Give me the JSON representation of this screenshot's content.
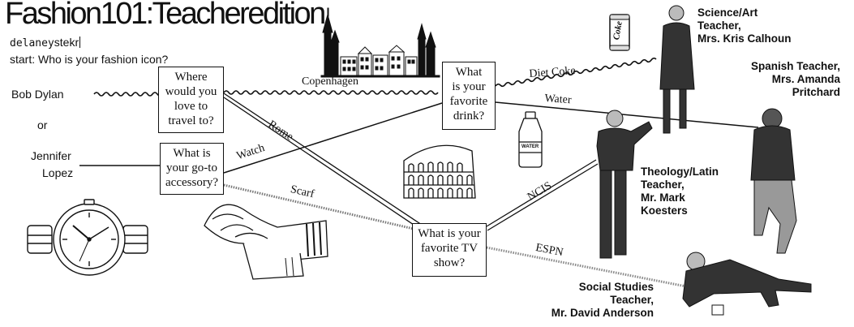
{
  "header": {
    "title": "Fashion101:Teacheredition",
    "byline_prefix": "delaney",
    "byline_suffix": "stekr",
    "start": "start: Who is your fashion icon?"
  },
  "options": {
    "bob": "Bob Dylan",
    "or": "or",
    "jennifer_line1": "Jennifer",
    "jennifer_line2": "Lopez"
  },
  "questions": {
    "travel": [
      "Where",
      "would you",
      "love to",
      "travel to?"
    ],
    "accessory": [
      "What is",
      "your go-to",
      "accessory?"
    ],
    "drink": [
      "What",
      "is your",
      "favorite",
      "drink?"
    ],
    "tv": [
      "What is your",
      "favorite TV",
      "show?"
    ]
  },
  "edges": {
    "copenhagen": "Copenhagen",
    "rome": "Rome",
    "watch": "Watch",
    "scarf": "Scarf",
    "diet_coke": "Diet Coke",
    "water": "Water",
    "ncis": "NCIS",
    "espn": "ESPN"
  },
  "teachers": {
    "calhoun": [
      "Science/Art",
      "Teacher,",
      "Mrs. Kris Calhoun"
    ],
    "pritchard": [
      "Spanish Teacher,",
      "Mrs. Amanda",
      "Pritchard"
    ],
    "koesters": [
      "Theology/Latin",
      "Teacher,",
      "Mr. Mark",
      "Koesters"
    ],
    "anderson": [
      "Social Studies",
      "Teacher,",
      "Mr. David Anderson"
    ]
  },
  "illustrations": {
    "can_label": "Coke",
    "bottle_label": "WATER"
  },
  "icons": [
    "watch-icon",
    "scarf-icon",
    "colosseum-icon",
    "skyline-icon",
    "coke-can-icon",
    "water-bottle-icon",
    "teacher-photo"
  ]
}
